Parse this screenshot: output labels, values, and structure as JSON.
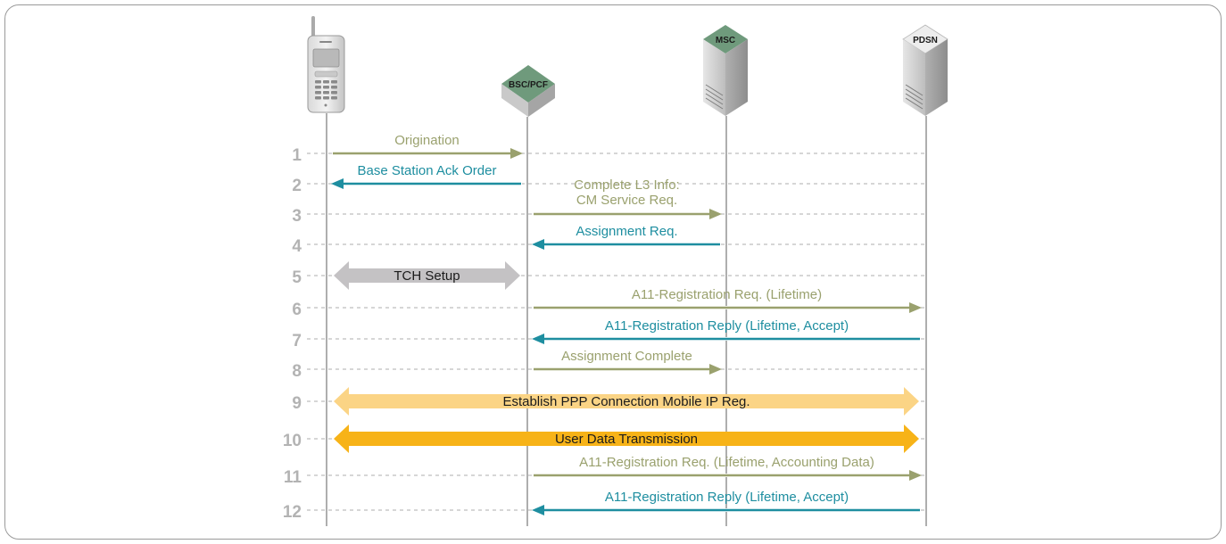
{
  "entities": [
    {
      "id": "ms",
      "label": ""
    },
    {
      "id": "bsc",
      "label": "BSC/PCF"
    },
    {
      "id": "msc",
      "label": "MSC"
    },
    {
      "id": "pdsn",
      "label": "PDSN"
    }
  ],
  "steps": [
    {
      "num": "1",
      "label": "Origination",
      "from": "ms",
      "to": "bsc",
      "style": "olive"
    },
    {
      "num": "2",
      "label": "Base Station Ack Order",
      "from": "bsc",
      "to": "ms",
      "style": "teal"
    },
    {
      "num": "3",
      "label": "Complete L3 Info:",
      "label2": "CM Service Req.",
      "from": "bsc",
      "to": "msc",
      "style": "olive"
    },
    {
      "num": "4",
      "label": "Assignment Req.",
      "from": "msc",
      "to": "bsc",
      "style": "teal"
    },
    {
      "num": "5",
      "label": "TCH Setup",
      "from": "ms",
      "to": "bsc",
      "style": "gray-double"
    },
    {
      "num": "6",
      "label": "A11-Registration Req. (Lifetime)",
      "from": "bsc",
      "to": "pdsn",
      "style": "olive"
    },
    {
      "num": "7",
      "label": "A11-Registration Reply (Lifetime, Accept)",
      "from": "pdsn",
      "to": "bsc",
      "style": "teal"
    },
    {
      "num": "8",
      "label": "Assignment Complete",
      "from": "bsc",
      "to": "msc",
      "style": "olive"
    },
    {
      "num": "9",
      "label": "Establish PPP Connection Mobile IP Reg.",
      "from": "ms",
      "to": "pdsn",
      "style": "lightorange-double"
    },
    {
      "num": "10",
      "label": "User Data Transmission",
      "from": "ms",
      "to": "pdsn",
      "style": "orange-double"
    },
    {
      "num": "11",
      "label": "A11-Registration Req. (Lifetime, Accounting Data)",
      "from": "bsc",
      "to": "pdsn",
      "style": "olive"
    },
    {
      "num": "12",
      "label": "A11-Registration Reply (Lifetime, Accept)",
      "from": "pdsn",
      "to": "bsc",
      "style": "teal"
    }
  ],
  "colors": {
    "olive": "#9aa16e",
    "teal": "#1e8ea0",
    "gray_arrow": "#c4c2c4",
    "light_orange": "#fbd485",
    "orange": "#f7b318",
    "lifeline": "#9a9a9a",
    "step_number": "#b3b3b3",
    "node_green": "#6f9a7c"
  }
}
